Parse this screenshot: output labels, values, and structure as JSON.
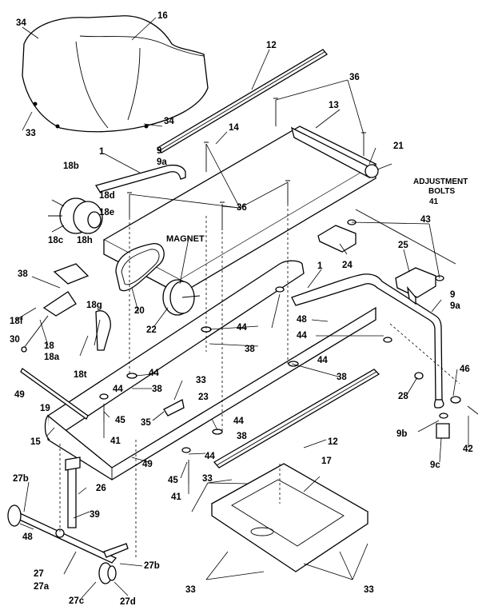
{
  "diagram": {
    "text_labels": {
      "magnet": "MAGNET",
      "adjustment_line1": "ADJUSTMENT",
      "adjustment_line2": "BOLTS"
    },
    "callouts": [
      "34",
      "16",
      "12",
      "36",
      "13",
      "14",
      "21",
      "1",
      "9",
      "9a",
      "18b",
      "18d",
      "18e",
      "36",
      "ADJUSTMENT",
      "BOLTS",
      "41",
      "43",
      "18c",
      "18h",
      "38",
      "24",
      "25",
      "1",
      "9",
      "9a",
      "20",
      "22",
      "18g",
      "18f",
      "30",
      "18",
      "18a",
      "44",
      "38",
      "48",
      "44",
      "44",
      "38",
      "46",
      "28",
      "18t",
      "49",
      "19",
      "44",
      "44",
      "38",
      "33",
      "23",
      "35",
      "45",
      "15",
      "41",
      "44",
      "38",
      "12",
      "42",
      "9b",
      "9c",
      "44",
      "45",
      "41",
      "49",
      "33",
      "17",
      "27b",
      "26",
      "39",
      "48",
      "27",
      "27a",
      "27b",
      "27c",
      "27d",
      "33",
      "33",
      "34",
      "33"
    ]
  }
}
